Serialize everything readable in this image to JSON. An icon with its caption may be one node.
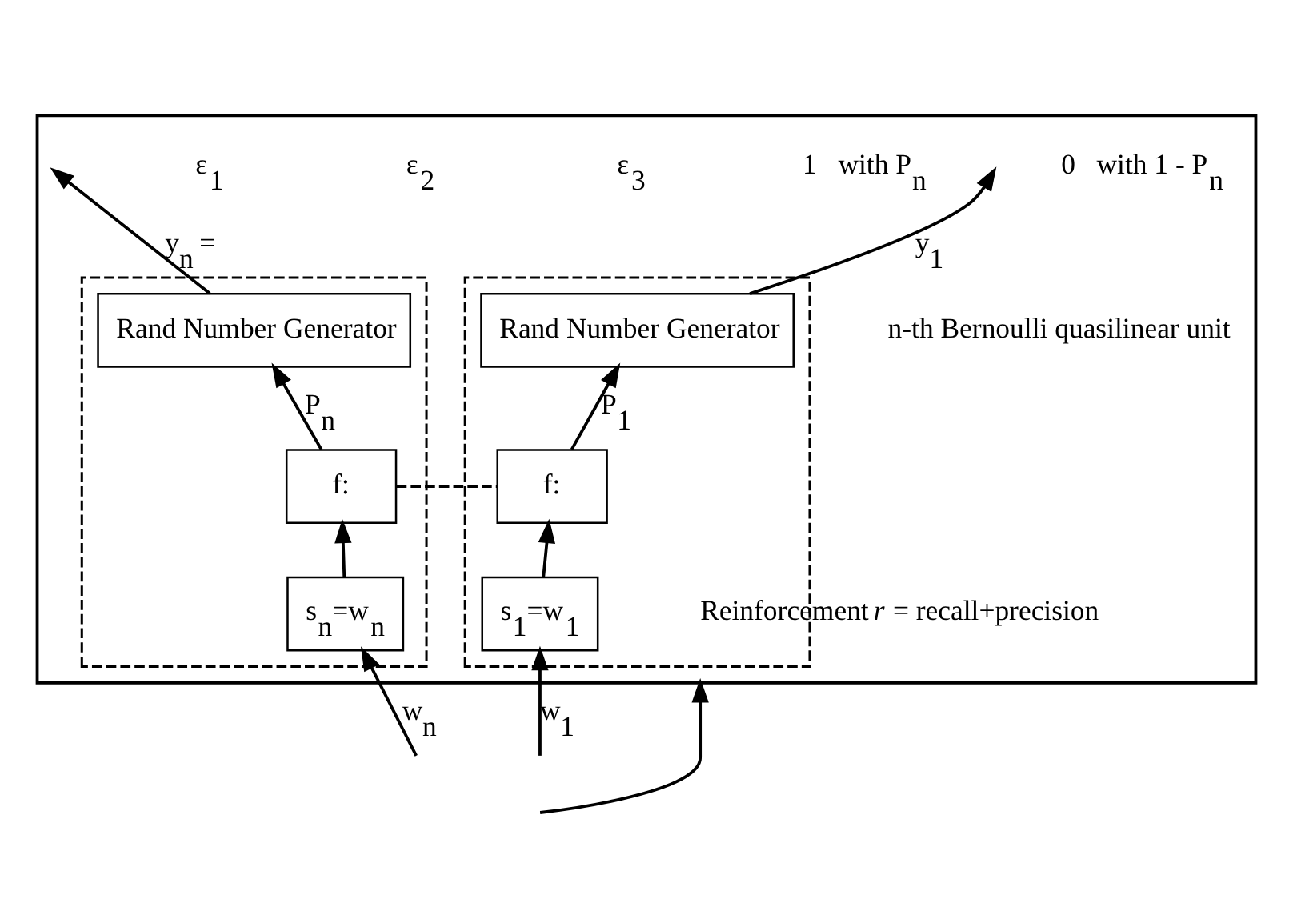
{
  "diagram": {
    "nodes": [
      {
        "text": [],
        "shape": "box"
      },
      {
        "text": [],
        "shape": "box",
        "in": 0
      },
      {
        "text": [
          "Rand Number Generator"
        ],
        "in": 1
      },
      {
        "text": [
          "f:"
        ],
        "in": 1
      },
      {
        "text": [
          "s$_{1}$=w$_{1}$"
        ],
        "in": 1
      },
      {
        "text": [],
        "shape": "box",
        "in": 0
      },
      {
        "text": [
          "Rand Number Generator"
        ],
        "in": 5
      },
      {
        "text": [
          "f:"
        ],
        "in": 5
      },
      {
        "text": [
          "s$_{n}$=w$_{n}$"
        ],
        "in": 5
      }
    ],
    "edges": [
      {
        "from": 2,
        "to": null,
        "arrow": "to",
        "label": "y$_{1}$"
      },
      {
        "from": 3,
        "to": 2,
        "arrow": "to",
        "label": "P$_{1}$"
      },
      {
        "from": 4,
        "to": 3,
        "arrow": "to"
      },
      {
        "from": null,
        "to": 4,
        "arrow": "to",
        "label": "w$_{1}$"
      },
      {
        "from": 3,
        "to": 7,
        "arrow": "none",
        "style": "dashed"
      },
      {
        "from": 6,
        "to": null,
        "arrow": "to",
        "label": "y$_{n}$ ="
      },
      {
        "from": 7,
        "to": 6,
        "arrow": "to",
        "label": "P$_{n}$"
      },
      {
        "from": 8,
        "to": 7,
        "arrow": "to"
      },
      {
        "from": null,
        "to": 8,
        "arrow": "to",
        "label": "w$_{n}$"
      },
      {
        "from": null,
        "to": 0,
        "arrow": "to",
        "label": "Reinforcement *r* = recall+precision"
      }
    ],
    "labels": [
      "ε$_{1}$",
      "ε$_{2}$",
      "ε$_{3}$",
      "1   with P$_{n}$",
      "0   with 1 - P$_{n}$",
      "n-th Bernoulli quasilinear unit"
    ]
  }
}
